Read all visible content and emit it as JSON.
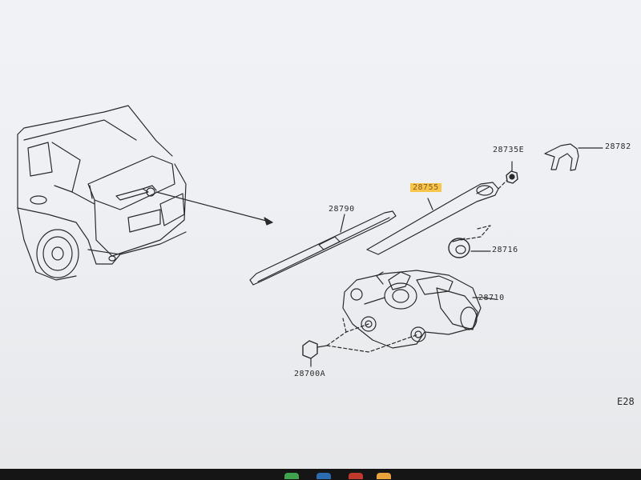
{
  "diagram": {
    "parts": [
      {
        "id": "28782",
        "label": "28782",
        "name": "wiper-arm-cap"
      },
      {
        "id": "28735E",
        "label": "28735E",
        "name": "wiper-arm-nut"
      },
      {
        "id": "28755",
        "label": "28755",
        "name": "wiper-arm",
        "highlighted": true
      },
      {
        "id": "28790",
        "label": "28790",
        "name": "wiper-blade"
      },
      {
        "id": "28716",
        "label": "28716",
        "name": "pivot-seal"
      },
      {
        "id": "28710",
        "label": "28710",
        "name": "wiper-motor"
      },
      {
        "id": "28700A",
        "label": "28700A",
        "name": "motor-bolt"
      }
    ],
    "page_code": "E28",
    "highlight_color": "#f7c548",
    "line_color": "#2b2b2b",
    "paper_color": "#eef0f4"
  }
}
